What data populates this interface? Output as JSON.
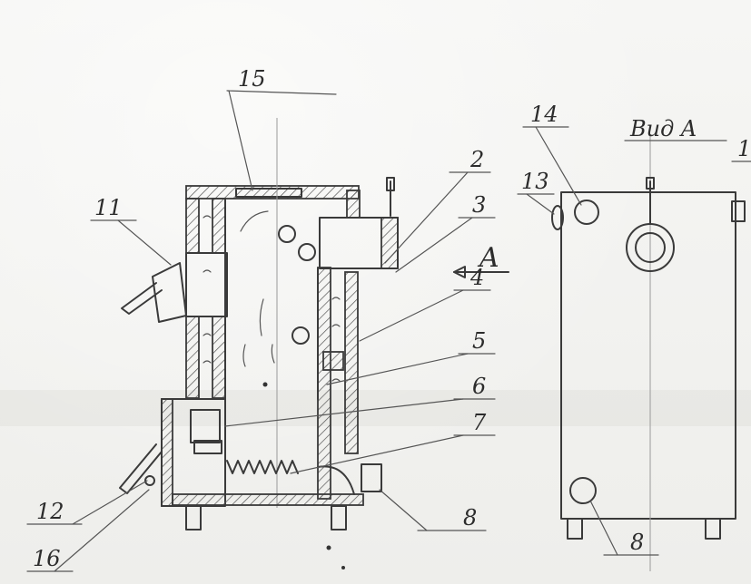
{
  "drawing": {
    "callouts": {
      "c15": "15",
      "c14": "14",
      "c13": "13",
      "c11": "11",
      "c12": "12",
      "c16": "16",
      "c2": "2",
      "c3": "3",
      "c4": "4",
      "c5": "5",
      "c6": "6",
      "c7": "7",
      "c8_side": "8",
      "c8_front": "8",
      "c1_edge": "1"
    },
    "view_arrow_label": "A",
    "view_title": "Вид A"
  }
}
